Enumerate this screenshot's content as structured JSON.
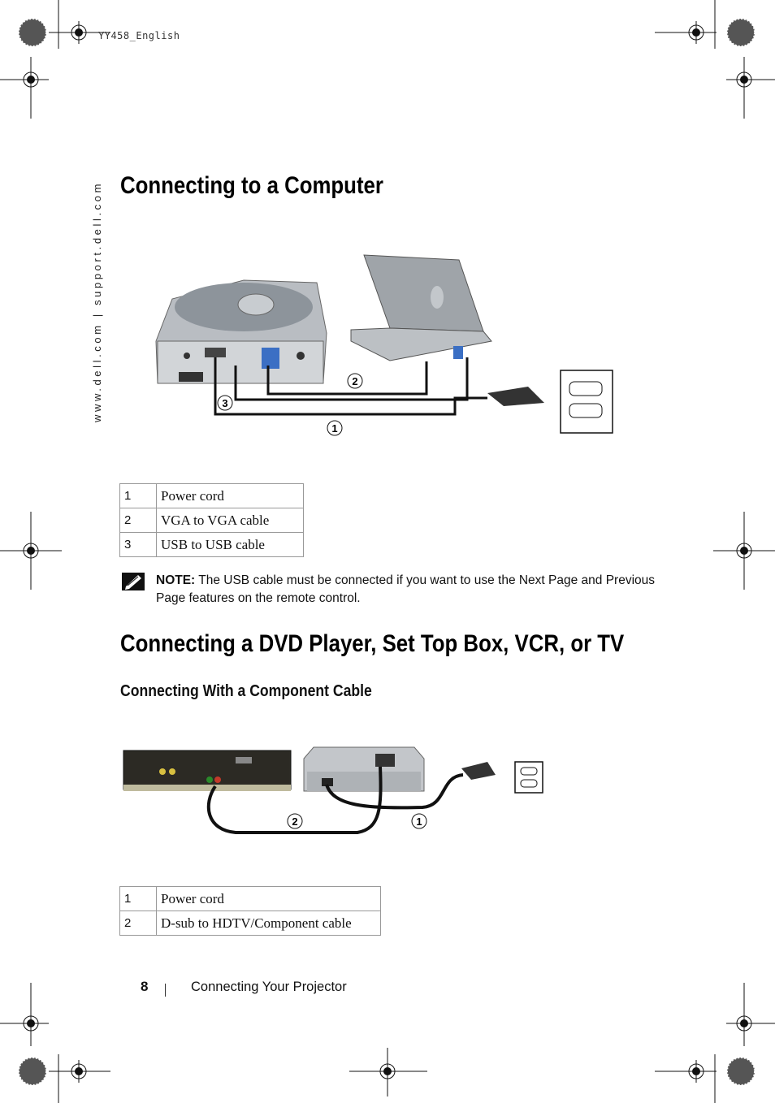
{
  "header": {
    "slug": "YY458_English",
    "side_url": "www.dell.com | support.dell.com"
  },
  "section1": {
    "title": "Connecting to a Computer",
    "callouts": [
      "1",
      "2",
      "3"
    ],
    "legend": [
      {
        "num": "1",
        "label": "Power cord"
      },
      {
        "num": "2",
        "label": "VGA to VGA cable"
      },
      {
        "num": "3",
        "label": "USB to USB cable"
      }
    ]
  },
  "note": {
    "label": "NOTE:",
    "text": "The USB cable must be connected if you want to use the Next Page and Previous Page features on the remote control."
  },
  "section2": {
    "title": "Connecting a DVD Player, Set Top Box, VCR, or TV",
    "subtitle": "Connecting With a Component Cable",
    "callouts": [
      "1",
      "2"
    ],
    "legend": [
      {
        "num": "1",
        "label": "Power cord"
      },
      {
        "num": "2",
        "label": "D-sub to HDTV/Component cable"
      }
    ]
  },
  "footer": {
    "page_number": "8",
    "chapter": "Connecting Your Projector"
  },
  "colors": {
    "text": "#111111",
    "vga_blue": "#3b6fc4",
    "table_border": "#999999"
  }
}
